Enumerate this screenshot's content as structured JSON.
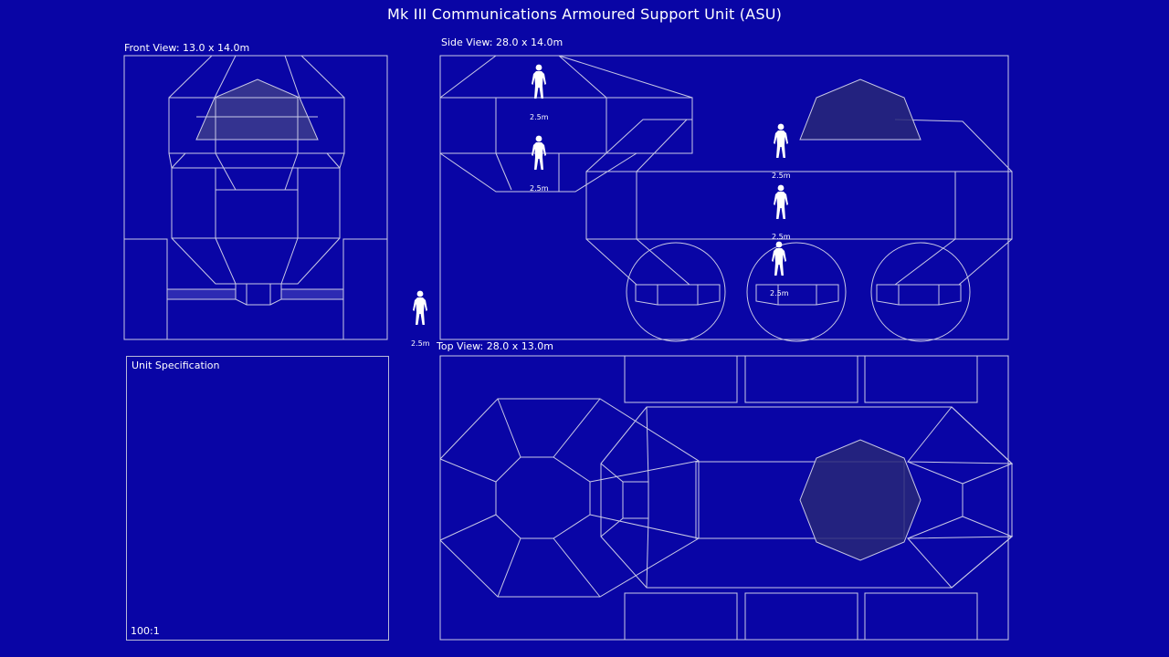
{
  "title": "Mk III Communications Armoured Support Unit (ASU)",
  "views": {
    "front": "Front View: 13.0 x 14.0m",
    "side": "Side View: 28.0 x 14.0m",
    "top": "Top View: 28.0 x 13.0m"
  },
  "spec": {
    "heading": "Unit Specification",
    "scale": "100:1"
  },
  "figure_label": "2.5m",
  "colors": {
    "background": "#0905a5",
    "line": "#c9c9e6",
    "shade": "#3c3c8c"
  }
}
